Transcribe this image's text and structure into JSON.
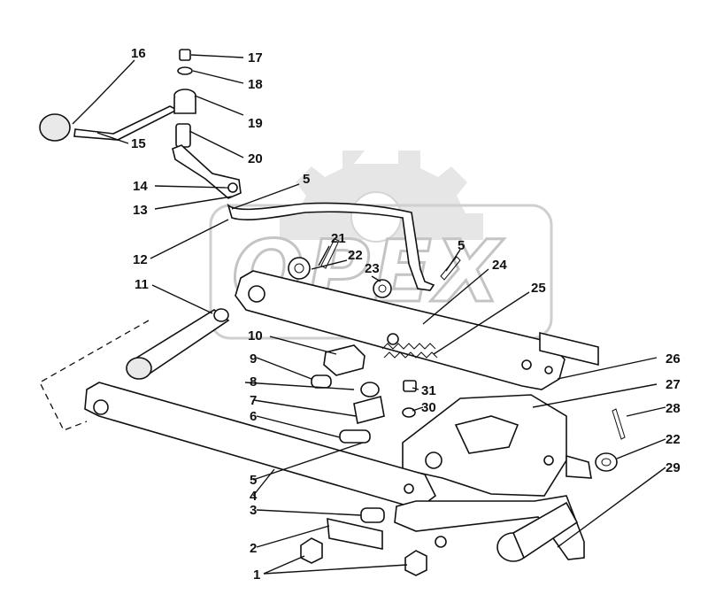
{
  "watermark": {
    "text": "OPEX"
  },
  "callouts": [
    {
      "id": "c16",
      "text": "16"
    },
    {
      "id": "c17",
      "text": "17"
    },
    {
      "id": "c18",
      "text": "18"
    },
    {
      "id": "c19",
      "text": "19"
    },
    {
      "id": "c15",
      "text": "15"
    },
    {
      "id": "c20",
      "text": "20"
    },
    {
      "id": "c14",
      "text": "14"
    },
    {
      "id": "c13",
      "text": "13"
    },
    {
      "id": "c5a",
      "text": "5"
    },
    {
      "id": "c12",
      "text": "12"
    },
    {
      "id": "c21",
      "text": "21"
    },
    {
      "id": "c22a",
      "text": "22"
    },
    {
      "id": "c5b",
      "text": "5"
    },
    {
      "id": "c23",
      "text": "23"
    },
    {
      "id": "c24",
      "text": "24"
    },
    {
      "id": "c25",
      "text": "25"
    },
    {
      "id": "c11",
      "text": "11"
    },
    {
      "id": "c10",
      "text": "10"
    },
    {
      "id": "c9",
      "text": "9"
    },
    {
      "id": "c26",
      "text": "26"
    },
    {
      "id": "c8",
      "text": "8"
    },
    {
      "id": "c31",
      "text": "31"
    },
    {
      "id": "c27",
      "text": "27"
    },
    {
      "id": "c7",
      "text": "7"
    },
    {
      "id": "c30",
      "text": "30"
    },
    {
      "id": "c28",
      "text": "28"
    },
    {
      "id": "c6",
      "text": "6"
    },
    {
      "id": "c22b",
      "text": "22"
    },
    {
      "id": "c5c",
      "text": "5"
    },
    {
      "id": "c29",
      "text": "29"
    },
    {
      "id": "c4",
      "text": "4"
    },
    {
      "id": "c3",
      "text": "3"
    },
    {
      "id": "c2",
      "text": "2"
    },
    {
      "id": "c1",
      "text": "1"
    }
  ]
}
